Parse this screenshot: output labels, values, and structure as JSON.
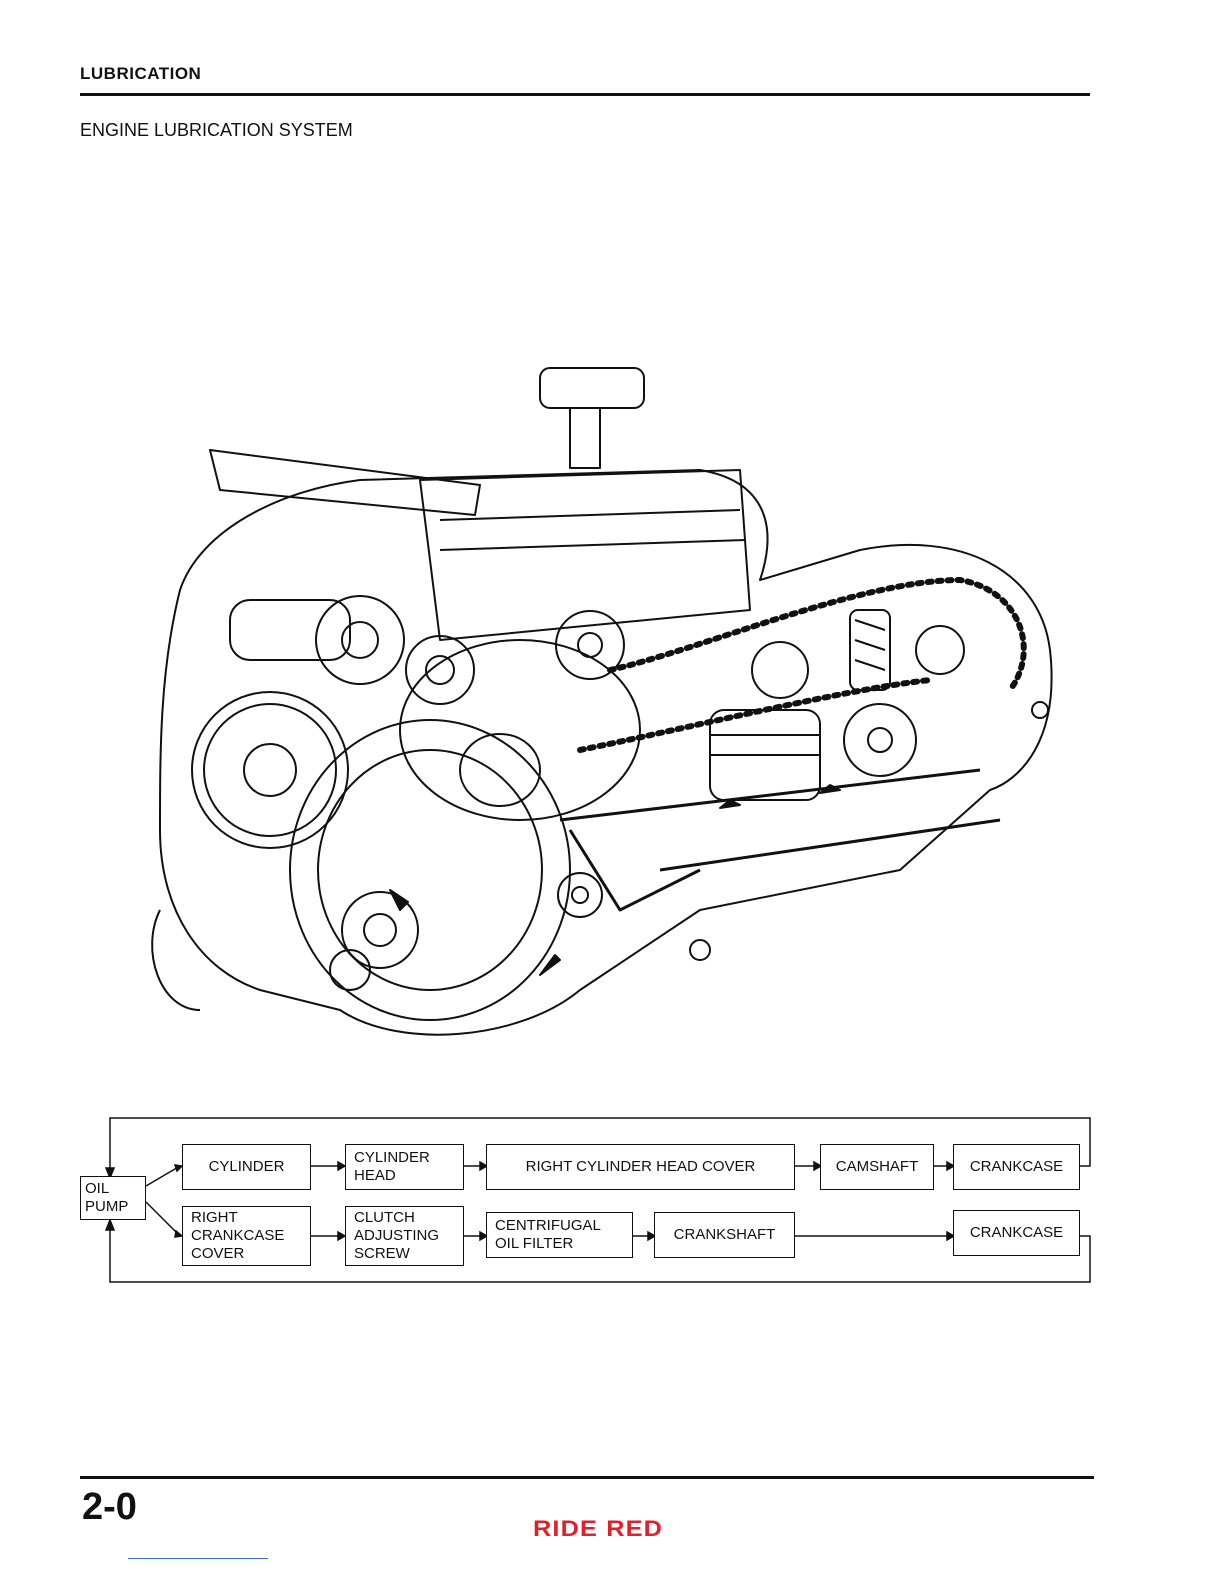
{
  "header": {
    "section": "LUBRICATION",
    "subtitle": "ENGINE LUBRICATION SYSTEM"
  },
  "flowchart": {
    "source": "OIL\nPUMP",
    "row1": [
      "CYLINDER",
      "CYLINDER\nHEAD",
      "RIGHT CYLINDER HEAD COVER",
      "CAMSHAFT",
      "CRANKCASE"
    ],
    "row2": [
      "RIGHT\nCRANKCASE\nCOVER",
      "CLUTCH\nADJUSTING\nSCREW",
      "CENTRIFUGAL\nOIL FILTER",
      "CRANKSHAFT",
      "CRANKCASE"
    ]
  },
  "footer": {
    "page_number": "2-0",
    "brand": "RIDE RED",
    "brand_color": "#e0202a"
  }
}
